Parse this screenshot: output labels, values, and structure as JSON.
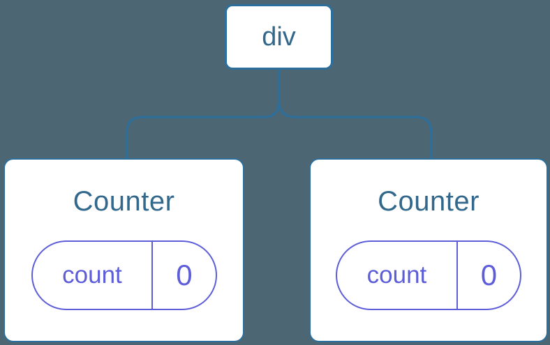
{
  "tree": {
    "root": {
      "label": "div"
    },
    "children": [
      {
        "title": "Counter",
        "state_key": "count",
        "state_value": "0"
      },
      {
        "title": "Counter",
        "state_key": "count",
        "state_value": "0"
      }
    ]
  },
  "colors": {
    "background": "#4c6773",
    "node-border": "#2d6f9c",
    "node-label": "#32688c",
    "state-accent": "#5d5dd9",
    "node-bg": "#ffffff"
  }
}
